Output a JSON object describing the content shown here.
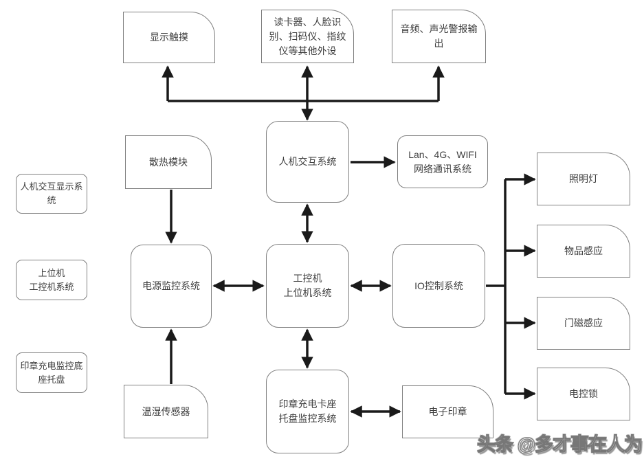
{
  "nodes": {
    "display_touch": "显示触摸",
    "peripherals": "读卡器、人脸识\n别、扫码仪、指纹\n仪等其他外设",
    "audio_alarm": "音频、声光警报输\n出",
    "cooling": "散热模块",
    "hmi": "人机交互系统",
    "network": "Lan、4G、WIFI\n网络通讯系统",
    "side_hmi_display": "人机交互显示系\n统",
    "side_host": "上位机\n工控机系统",
    "side_seal_base": "印章充电监控底\n座托盘",
    "power": "电源监控系统",
    "ipc": "工控机\n上位机系统",
    "io": "IO控制系统",
    "light": "照明灯",
    "item_sense": "物品感应",
    "door_sense": "门磁感应",
    "lock": "电控锁",
    "temp": "温湿传感器",
    "seal_tray": "印章充电卡座\n托盘监控系统",
    "eseal": "电子印章"
  },
  "edges": [
    {
      "from": "hmi",
      "to": "display_touch",
      "type": "arrow"
    },
    {
      "from": "hmi",
      "to": "peripherals",
      "type": "bidirectional"
    },
    {
      "from": "hmi",
      "to": "audio_alarm",
      "type": "arrow"
    },
    {
      "from": "hmi",
      "to": "network",
      "type": "arrow"
    },
    {
      "from": "hmi",
      "to": "ipc",
      "type": "bidirectional"
    },
    {
      "from": "cooling",
      "to": "power",
      "type": "arrow"
    },
    {
      "from": "temp",
      "to": "power",
      "type": "arrow"
    },
    {
      "from": "power",
      "to": "ipc",
      "type": "bidirectional"
    },
    {
      "from": "ipc",
      "to": "io",
      "type": "bidirectional"
    },
    {
      "from": "ipc",
      "to": "seal_tray",
      "type": "bidirectional"
    },
    {
      "from": "seal_tray",
      "to": "eseal",
      "type": "bidirectional"
    },
    {
      "from": "io",
      "to": "light",
      "type": "arrow"
    },
    {
      "from": "io",
      "to": "item_sense",
      "type": "arrow"
    },
    {
      "from": "io",
      "to": "door_sense",
      "type": "arrow"
    },
    {
      "from": "io",
      "to": "lock",
      "type": "arrow"
    }
  ],
  "watermark": "头条 @多才事在人为",
  "colors": {
    "background": "#ffffff",
    "box_border": "#7f7f7f",
    "text": "#3d3d3d",
    "arrow": "#1a1a1a"
  }
}
